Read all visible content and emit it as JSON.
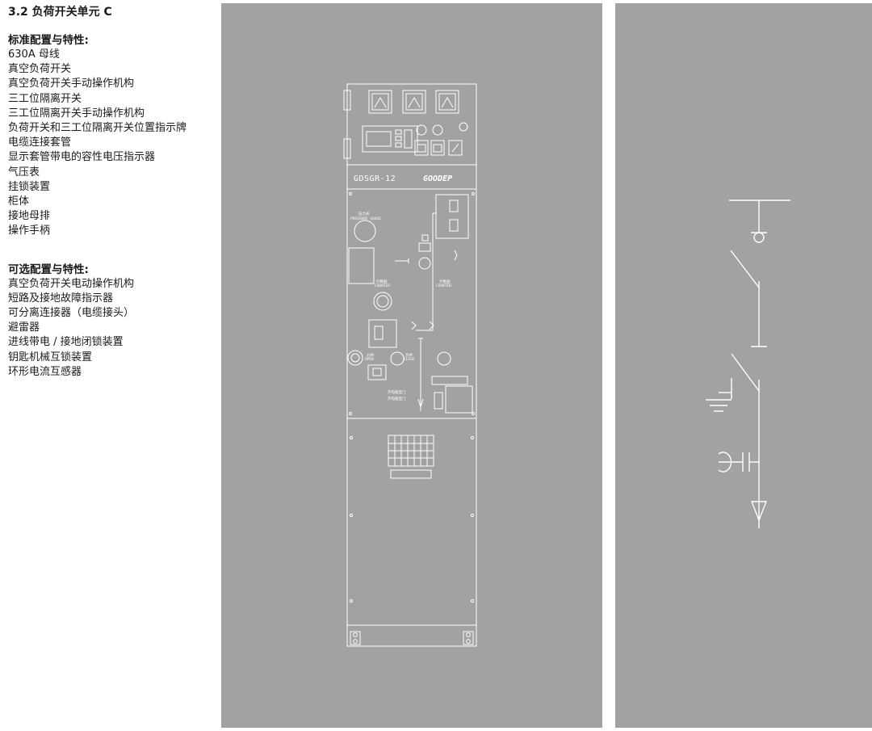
{
  "section_title": "3.2 负荷开关单元 C",
  "standard": {
    "heading": "标准配置与特性:",
    "items": [
      "630A 母线",
      "真空负荷开关",
      "真空负荷开关手动操作机构",
      "三工位隔离开关",
      "三工位隔离开关手动操作机构",
      "负荷开关和三工位隔离开关位置指示牌",
      "电缆连接套管",
      "显示套管带电的容性电压指示器",
      "气压表",
      "挂锁装置",
      "柜体",
      "接地母排",
      "操作手柄"
    ]
  },
  "optional": {
    "heading": "可选配置与特性:",
    "items": [
      "真空负荷开关电动操作机构",
      "短路及接地故障指示器",
      "可分离连接器（电缆接头）",
      "避雷器",
      "进线带电 / 接地闭锁装置",
      "钥匙机械互锁装置",
      "环形电流互感器"
    ]
  },
  "cabinet": {
    "model": "GDSGR-12",
    "brand": "GOODEP",
    "pressure_gauge_label": "压力表",
    "pressure_gauge_label_en": "PRESSURE GAUGE",
    "counter_label": "计数器",
    "counter_label_en": "COUNTER",
    "counter2_label": "计数器",
    "counter2_label_en": "COUNTER",
    "open_label": "分闸",
    "open_label_en": "OPEN",
    "close_label": "合闸",
    "close_label_en": "CLOSE",
    "door_label_1": "开电缆室门",
    "door_label_2": "开电缆室门"
  },
  "colors": {
    "panel_background": "#a2a2a2",
    "line_art": "#ffffff",
    "text": "#1a1a1a"
  }
}
